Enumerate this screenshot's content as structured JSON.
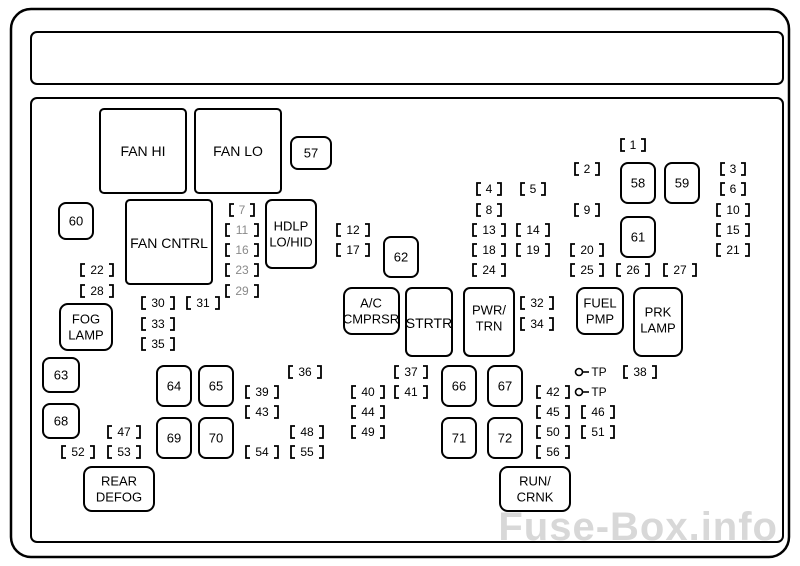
{
  "diagram": {
    "relays": {
      "fan_hi": "FAN HI",
      "fan_lo": "FAN LO",
      "fan_cntrl": "FAN CNTRL",
      "hdlp": [
        "HDLP",
        "LO/HID"
      ],
      "fog_lamp": [
        "FOG",
        "LAMP"
      ],
      "ac_cmprsr": [
        "A/C",
        "CMPRSR"
      ],
      "strtr": "STRTR",
      "pwr_trn": [
        "PWR/",
        "TRN"
      ],
      "fuel_pmp": [
        "FUEL",
        "PMP"
      ],
      "prk_lamp": [
        "PRK",
        "LAMP"
      ],
      "rear_defog": [
        "REAR",
        "DEFOG"
      ],
      "run_crnk": [
        "RUN/",
        "CRNK"
      ]
    },
    "maxi_fuses": [
      "57",
      "58",
      "59",
      "60",
      "61",
      "62",
      "63",
      "64",
      "65",
      "66",
      "67",
      "68",
      "69",
      "70",
      "71",
      "72"
    ],
    "mini_fuses": [
      "1",
      "2",
      "3",
      "4",
      "5",
      "6",
      "7",
      "8",
      "9",
      "10",
      "11",
      "12",
      "13",
      "14",
      "15",
      "16",
      "17",
      "18",
      "19",
      "20",
      "21",
      "22",
      "23",
      "24",
      "25",
      "26",
      "27",
      "28",
      "29",
      "30",
      "31",
      "32",
      "33",
      "34",
      "35",
      "36",
      "37",
      "38",
      "39",
      "40",
      "41",
      "42",
      "43",
      "44",
      "45",
      "46",
      "47",
      "48",
      "49",
      "50",
      "51",
      "52",
      "53",
      "54",
      "55",
      "56"
    ],
    "test_points": [
      "TP",
      "TP"
    ]
  },
  "watermark": "Fuse-Box.info"
}
